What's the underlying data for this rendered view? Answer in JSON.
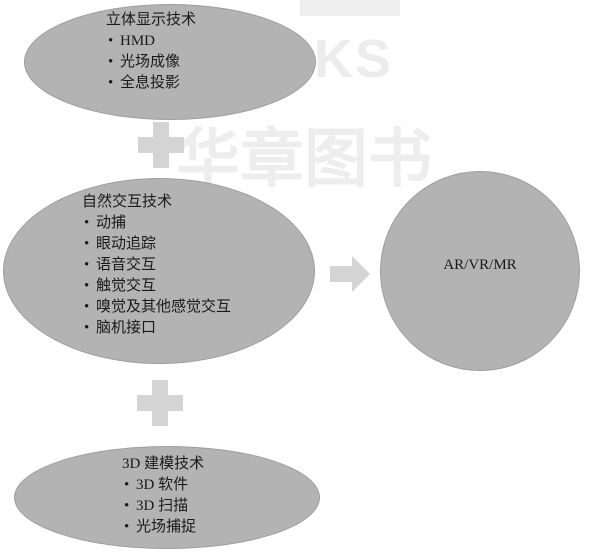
{
  "watermark": {
    "english": "BZ BOOKS",
    "chinese": "华章图书"
  },
  "nodes": {
    "display_tech": {
      "title": "立体显示技术",
      "items": [
        "HMD",
        "光场成像",
        "全息投影"
      ]
    },
    "interaction_tech": {
      "title": "自然交互技术",
      "items": [
        "动捕",
        "眼动追踪",
        "语音交互",
        "触觉交互",
        "嗅觉及其他感觉交互",
        "脑机接口"
      ]
    },
    "modeling_tech": {
      "title": "3D 建模技术",
      "items": [
        "3D 软件",
        "3D 扫描",
        "光场捕捉"
      ]
    },
    "target": {
      "label": "AR/VR/MR"
    }
  },
  "colors": {
    "ellipse_fill": "#b3b3b3",
    "connector": "#d4d4d4"
  }
}
